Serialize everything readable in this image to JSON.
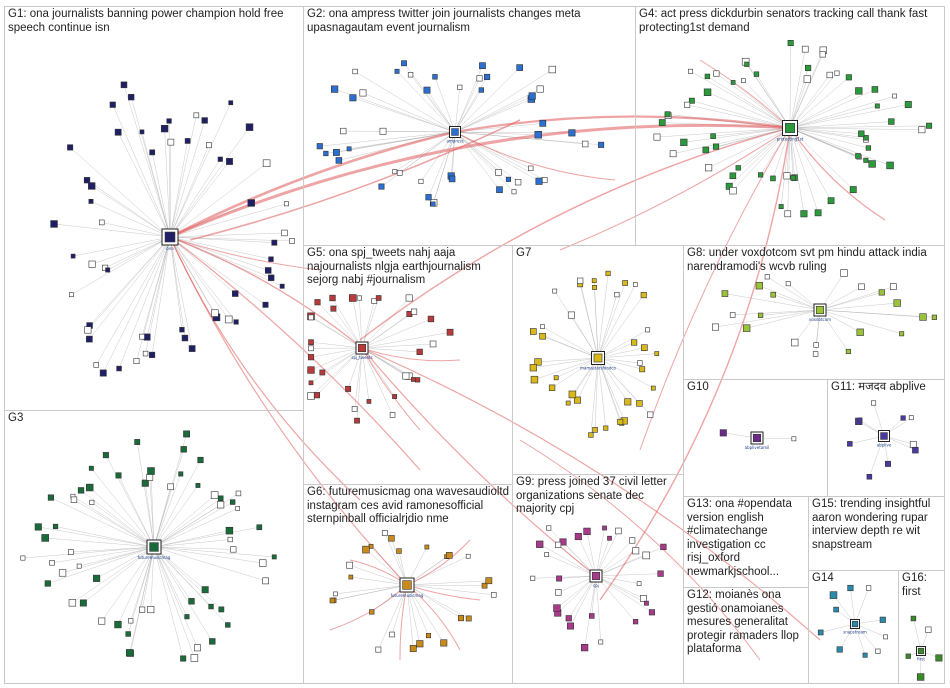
{
  "groups": [
    {
      "id": "G1",
      "label": "G1: ona journalists banning power champion hold free speech continue isn",
      "color": "#1f1f66"
    },
    {
      "id": "G2",
      "label": "G2: ona ampress twitter join journalists changes meta upasnagautam event journalism",
      "color": "#2b6fd1"
    },
    {
      "id": "G3",
      "label": "G3",
      "color": "#1a6b3a"
    },
    {
      "id": "G4",
      "label": "G4: act press dickdurbin senators tracking call thank fast protecting1st demand",
      "color": "#2a9a3a"
    },
    {
      "id": "G5",
      "label": "G5: ona spj_tweets nahj aaja najournalists nlgja earthjournalism sejorg nabj #journalism",
      "color": "#b83a3a"
    },
    {
      "id": "G6",
      "label": "G6: futuremusicmag ona wavesaudioltd instagram ces avid ramonesofficial sternpinball officialrjdio nme",
      "color": "#c98a1a"
    },
    {
      "id": "G7",
      "label": "G7",
      "color": "#d8b81a"
    },
    {
      "id": "G8",
      "label": "G8: under voxdotcom svt pm hindu attack india narendramodi's wcvb ruling",
      "color": "#9ac23a"
    },
    {
      "id": "G9",
      "label": "G9: press joined 37 civil letter organizations senate dec majority cpj",
      "color": "#a83a8a"
    },
    {
      "id": "G10",
      "label": "G10",
      "color": "#6a2a8a"
    },
    {
      "id": "G11",
      "label": "G11: मजदव abplive",
      "color": "#4a3aa0"
    },
    {
      "id": "G12",
      "label": "G12: moianès ona gestió onamoianes mesures generalitat protegir ramaders llop plataforma",
      "color": "#1a6a8a"
    },
    {
      "id": "G13",
      "label": "G13: ona #opendata version english #climatechange investigation cc risj_oxford newmarkjschool...",
      "color": "#1a4a9a"
    },
    {
      "id": "G14",
      "label": "G14",
      "color": "#2a8aaa"
    },
    {
      "id": "G15",
      "label": "G15: trending insightful aaron wondering rupar interview depth re wit snapstream",
      "color": "#5a8a3a"
    },
    {
      "id": "G16",
      "label": "G16: first",
      "color": "#3a8a2a"
    }
  ],
  "hub_labels": {
    "g1_hub": "ona",
    "g2_hub": "ampress",
    "g3_hub": "futuremusicmag",
    "g4_hub": "protecting1st",
    "g5_hub": "spj_tweets",
    "g6_hub": "futuremusicmag",
    "g7_hub": "mamastarsfoodco",
    "g8_hub": "voxdotcom",
    "g9_hub": "cpj",
    "g10_hub": "abplivetamil",
    "g11_hub": "abplive",
    "g14_hub": "snapstream",
    "g16_hub": "first"
  },
  "colors": {
    "edge_gray": "#9a9a9a",
    "edge_red": "#e05a5a",
    "border": "#c9c9c9"
  }
}
